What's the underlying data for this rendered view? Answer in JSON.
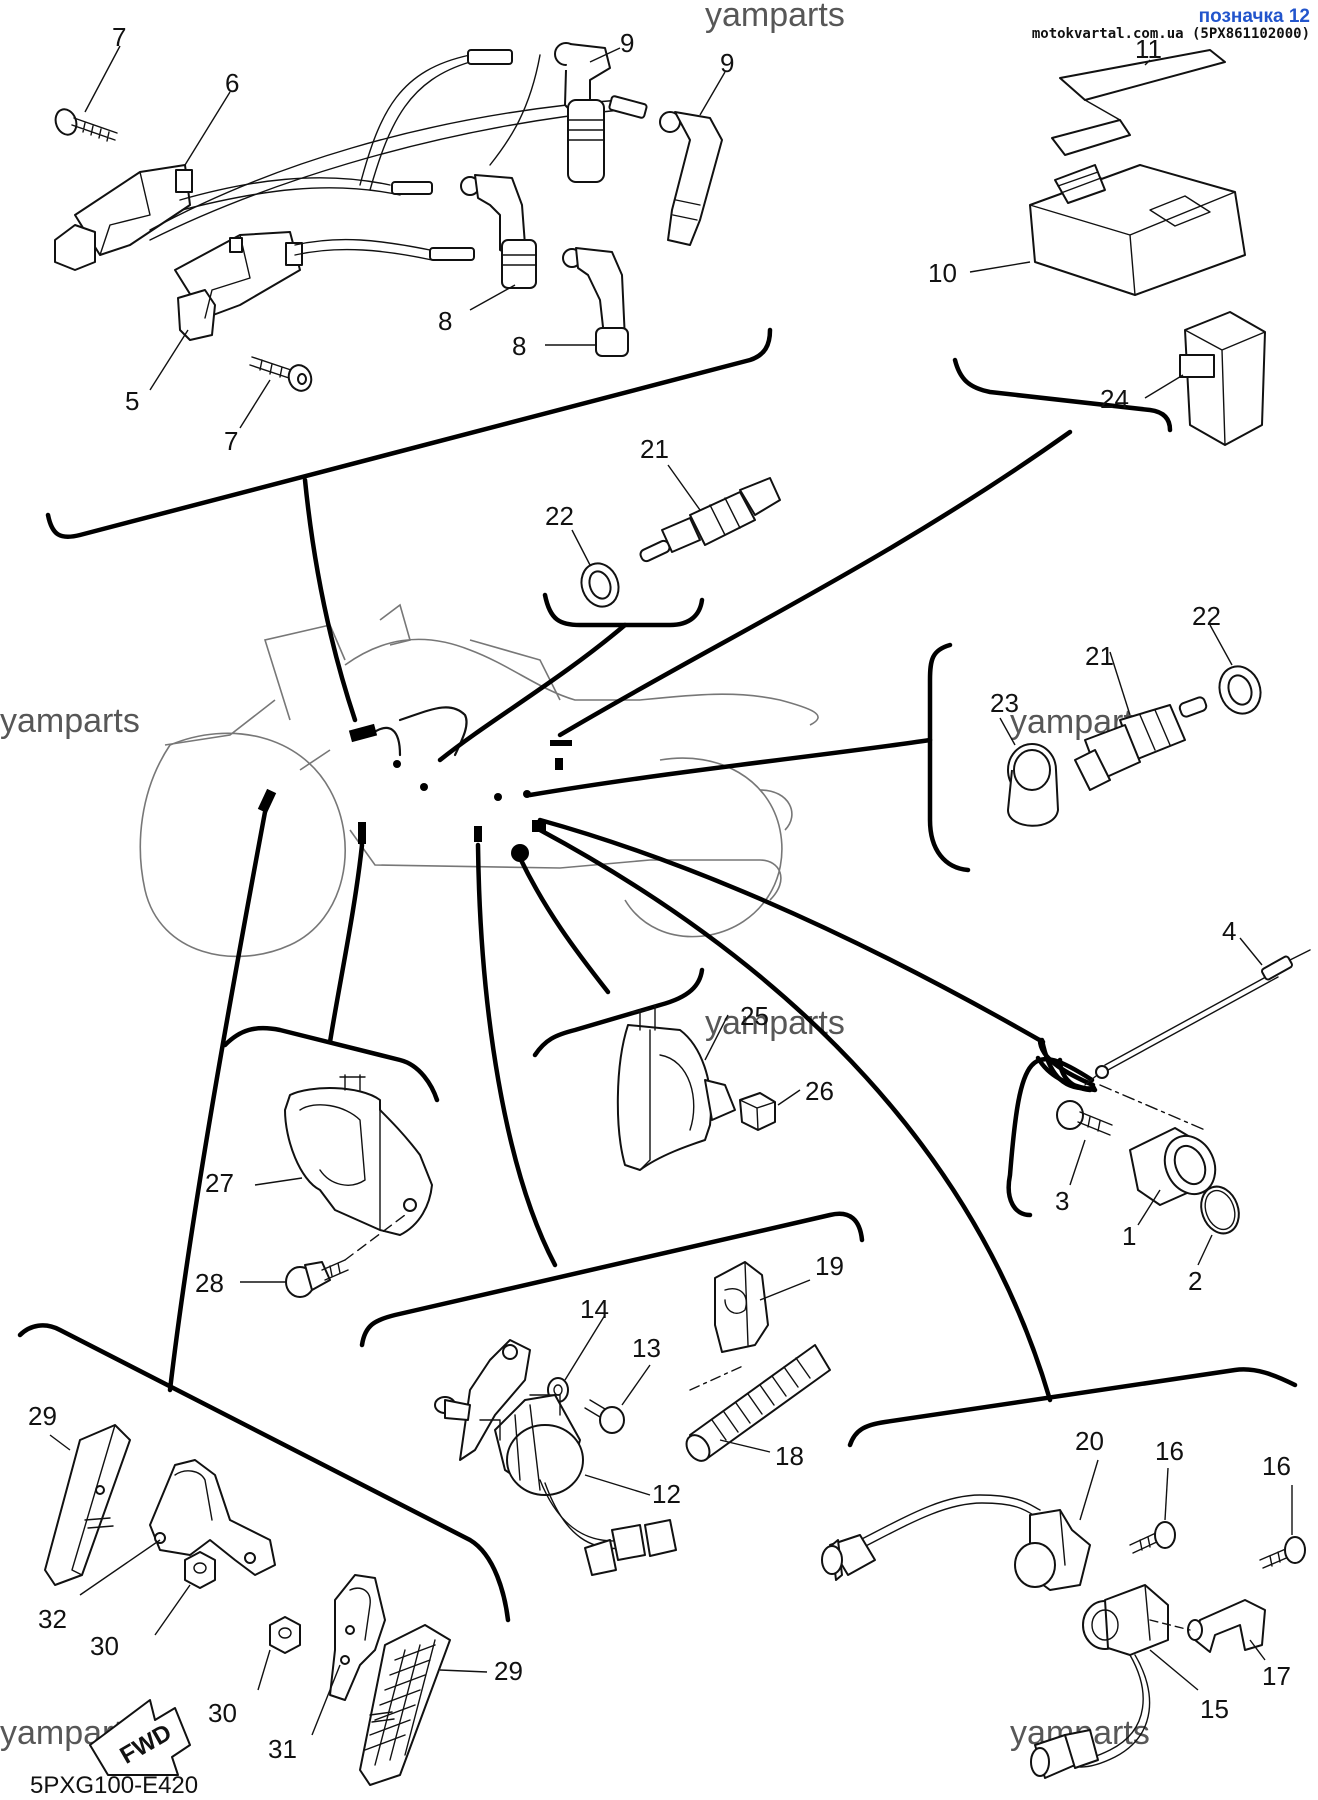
{
  "header": {
    "tag": "позначка 12",
    "source": "motokvartal.com.ua (5PX861102000)"
  },
  "watermarks": [
    "yamparts",
    "yamparts",
    "yamparts",
    "yamparts",
    "yamparts",
    "yamparts"
  ],
  "diagram_code": "5PXG100-E420",
  "fwd_arrow_label": "FWD",
  "callouts": {
    "c7a": "7",
    "c6": "6",
    "c9a": "9",
    "c9b": "9",
    "c8a": "8",
    "c8b": "8",
    "c5": "5",
    "c7b": "7",
    "c11": "11",
    "c10": "10",
    "c24": "24",
    "c21a": "21",
    "c22a": "22",
    "c22b": "22",
    "c21b": "21",
    "c23": "23",
    "c4": "4",
    "c3": "3",
    "c1": "1",
    "c2": "2",
    "c25": "25",
    "c26": "26",
    "c27": "27",
    "c28": "28",
    "c19": "19",
    "c14": "14",
    "c13": "13",
    "c18": "18",
    "c12": "12",
    "c20": "20",
    "c16a": "16",
    "c16b": "16",
    "c17": "17",
    "c15": "15",
    "c29a": "29",
    "c32": "32",
    "c30a": "30",
    "c30b": "30",
    "c31": "31",
    "c29b": "29"
  }
}
